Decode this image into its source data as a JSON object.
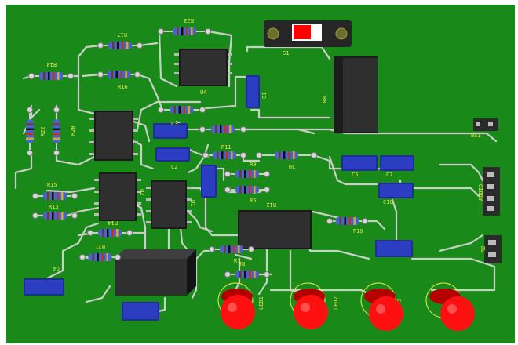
{
  "colors": {
    "board": "#198a1a",
    "board_edge": "#157a16",
    "trace": "#c9cfc6",
    "silkscreen": "#e7e94a",
    "chip_body": "#2f2f2f",
    "capacitor_body": "#2b3ec2",
    "resistor_body": "#4a63c8",
    "led": "#ff1010",
    "switch_body": "#262626",
    "switch_actuator": "#ff0000"
  },
  "labels": {
    "r23": "R23",
    "r17": "R17",
    "s1": "S1",
    "r18": "R18",
    "r16": "R16",
    "u4": "U4",
    "c1": "C1",
    "r8": "R8",
    "r22": "R22",
    "r20": "R20",
    "c3": "C3",
    "r11": "R11",
    "rc": "RC",
    "bs1": "BS1",
    "c2": "C2",
    "c5": "C5",
    "c7": "C7",
    "r15": "R15",
    "r13": "R13",
    "r5": "R5",
    "r12": "R12",
    "c10": "C10",
    "audio": "AUDIO",
    "r14": "R14",
    "r21": "R21",
    "r10": "R10",
    "r7": "R7",
    "r6": "R6",
    "c4": "C4",
    "led1": "LED1",
    "led2": "LED2",
    "led3": "3",
    "u1": "U1",
    "u2": "U2",
    "r9": "R9",
    "r2": "R2"
  },
  "components": {
    "resistors": [
      "R23",
      "R17",
      "R18",
      "R16",
      "R22",
      "R20",
      "R11",
      "RC",
      "R15",
      "R13",
      "R5",
      "R12",
      "R14",
      "R21",
      "R10",
      "R7",
      "R6",
      "R9"
    ],
    "capacitors": [
      "C1",
      "C2",
      "C3",
      "C4",
      "C5",
      "C7",
      "C10"
    ],
    "ics": [
      "U1",
      "U2",
      "U4"
    ],
    "leds": [
      "LED1",
      "LED2",
      "3"
    ],
    "switches": [
      "S1"
    ],
    "connectors": [
      "BS1",
      "AUDIO"
    ]
  }
}
